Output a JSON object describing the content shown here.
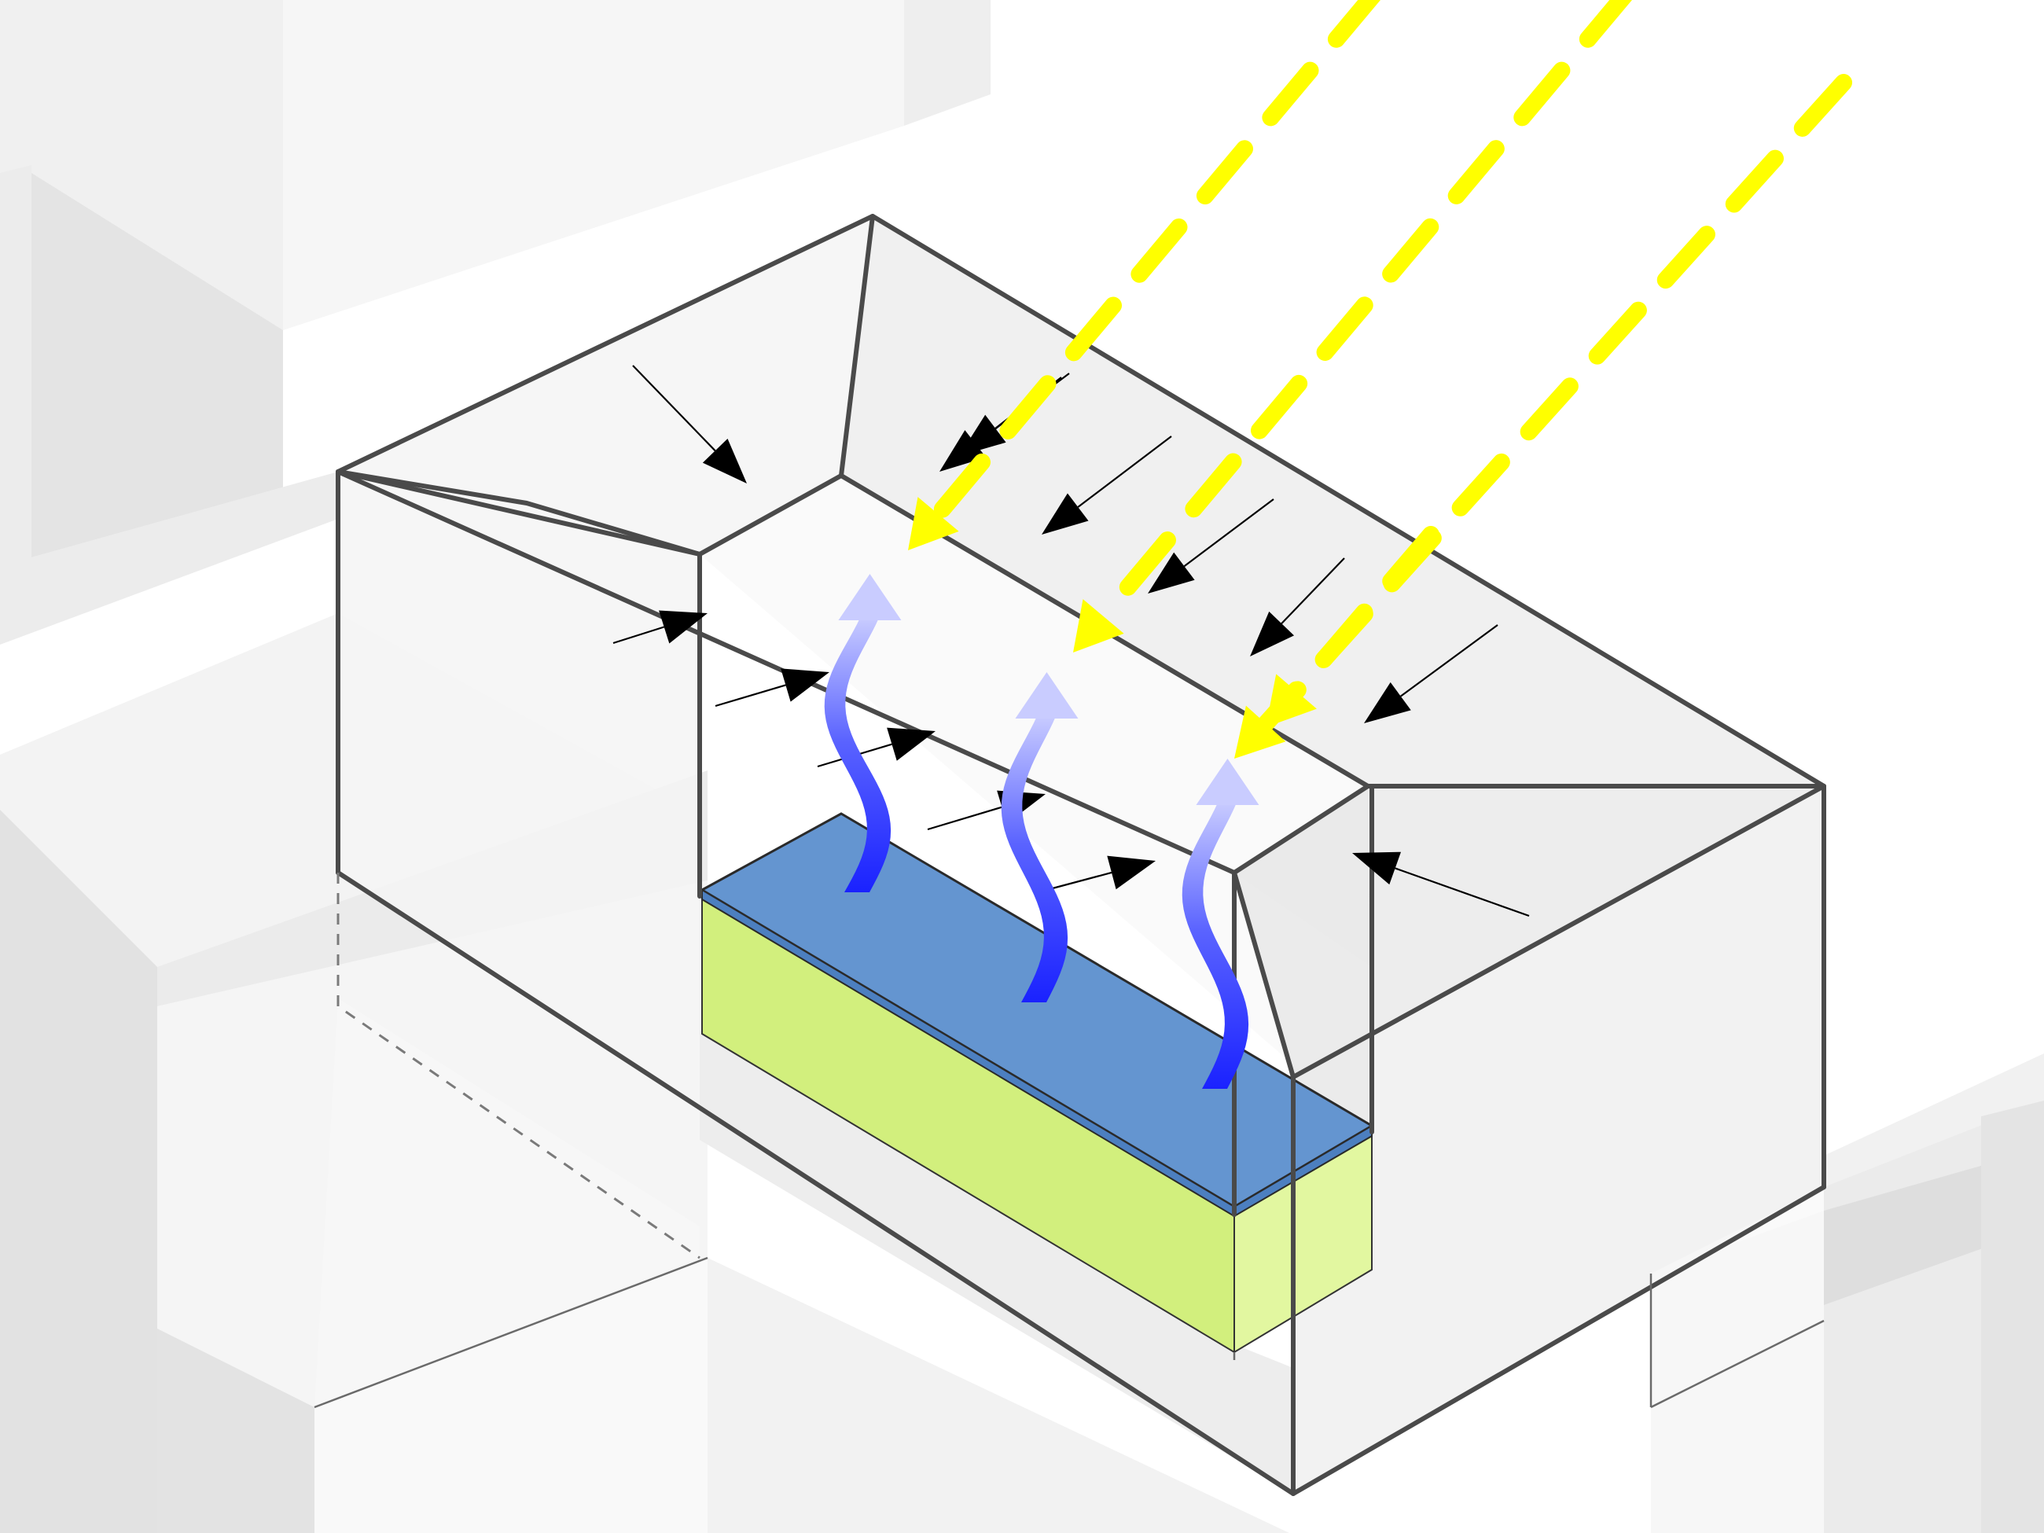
{
  "diagram": {
    "description_shown": "",
    "colors": {
      "background": "#ffffff",
      "context_light": "#f3f3f3",
      "context_mid": "#e6e6e6",
      "context_dark": "#dadada",
      "volume_edge": "#4a4a4a",
      "water_top": "#6495d0",
      "planter_green": "#d2ef7d",
      "sun_rays": "#ffff00",
      "evaporation": "#1a22ff",
      "wind_arrows": "#000000"
    },
    "elements": [
      "context-buildings",
      "building-volume-wireframe",
      "courtyard-pool",
      "planter-block",
      "sun-ray-arrows",
      "evaporation-arrows",
      "wind-arrows"
    ]
  }
}
